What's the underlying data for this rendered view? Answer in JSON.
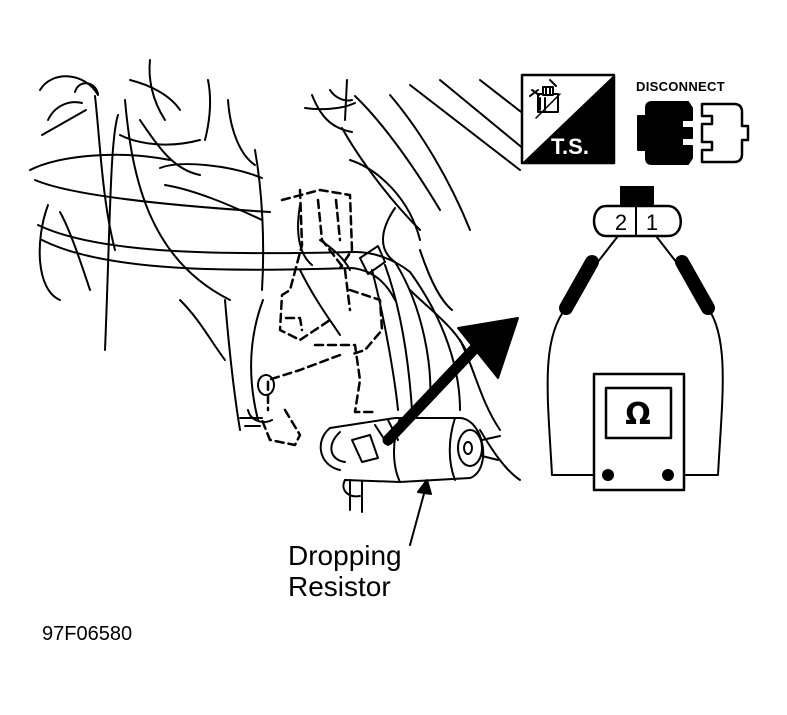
{
  "callout": {
    "line1": "Dropping",
    "line2": "Resistor"
  },
  "figure_id": "97F06580",
  "icons": {
    "test_icon": "ts-test-icon",
    "ts_label": "T.S.",
    "disconnect_label": "DISCONNECT",
    "disconnect_icon": "connector-disconnect-icon"
  },
  "connector": {
    "pins": [
      "2",
      "1"
    ]
  },
  "meter": {
    "symbol": "Ω",
    "icon": "ohmmeter-icon"
  },
  "colors": {
    "ink": "#000000",
    "paper": "#ffffff"
  }
}
